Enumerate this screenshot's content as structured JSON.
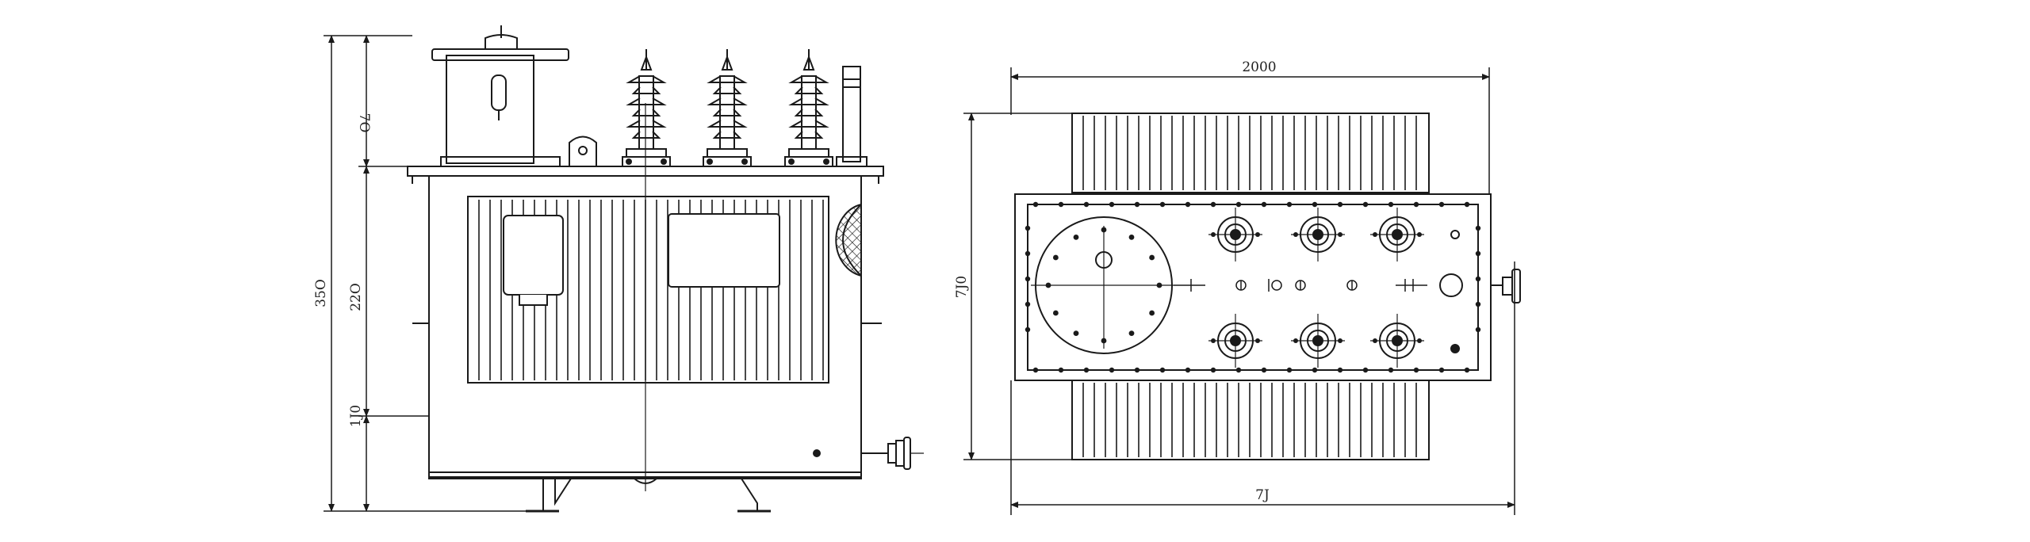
{
  "drawing": {
    "line_color": "#1a1a1a",
    "background": "#ffffff",
    "front_view": {
      "overall_height_label": "35O",
      "body_height_label": "22O",
      "conservator_height_label": "7O",
      "base_height_label": "1J0"
    },
    "top_view": {
      "overall_width_label": "2000",
      "bottom_width_label": "7J",
      "depth_label": "7J0"
    }
  }
}
